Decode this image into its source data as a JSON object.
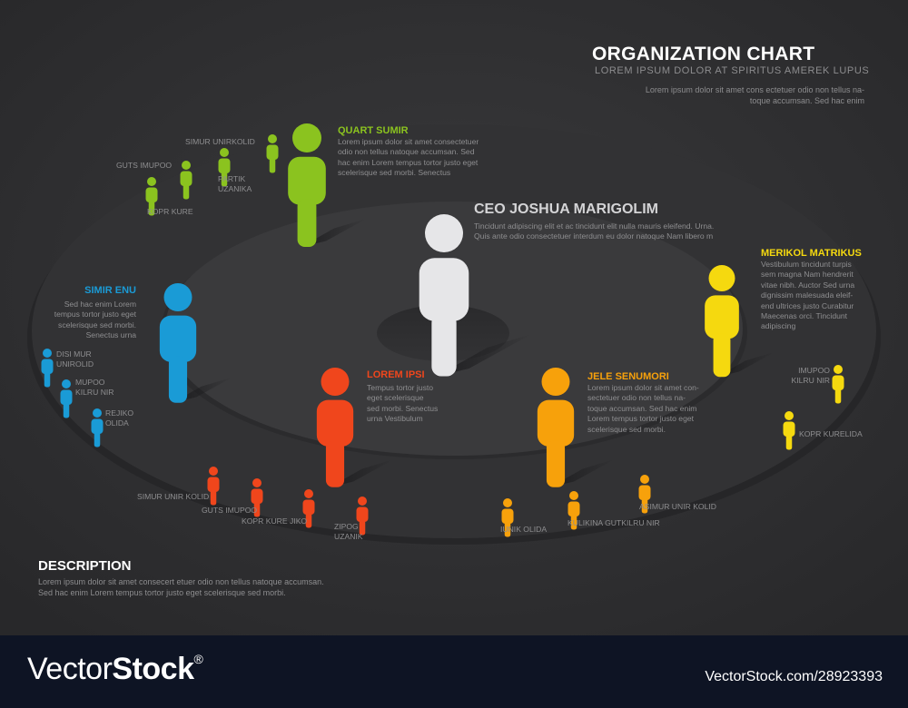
{
  "header": {
    "title": "ORGANIZATION CHART",
    "subtitle": "LOREM IPSUM DOLOR AT SPIRITUS AMEREK LUPUS",
    "intro_lines": [
      "Lorem ipsum dolor sit amet cons ectetuer odio non tellus na-",
      "toque accumsan. Sed hac enim"
    ]
  },
  "colors": {
    "background": "#2f2f31",
    "white": "#e6e6e8",
    "green": "#8bc31f",
    "blue": "#1a9bd6",
    "yellow": "#f5d90f",
    "red": "#f0461c",
    "orange": "#f7a10b",
    "footer": "#0e1424"
  },
  "ceo": {
    "name": "CEO JOSHUA MARIGOLIM",
    "desc_lines": [
      "Tincidunt adipiscing elit et ac tincidunt elit nulla mauris eleifend. Urna.",
      "Quis ante odio consectetuer interdum eu dolor natoque Nam libero m"
    ]
  },
  "managers": [
    {
      "key": "green",
      "name": "QUART SUMIR",
      "desc_lines": [
        "Lorem ipsum dolor sit amet consectetuer",
        "odio non tellus natoque accumsan. Sed",
        "hac enim Lorem tempus tortor justo eget",
        "scelerisque sed morbi. Senectus"
      ]
    },
    {
      "key": "blue",
      "name": "SIMIR ENU",
      "desc_lines": [
        "Sed hac enim Lorem",
        "tempus tortor justo eget",
        "scelerisque sed morbi.",
        "Senectus urna"
      ]
    },
    {
      "key": "yellow",
      "name": "MERIKOL MATRIKUS",
      "desc_lines": [
        "Vestibulum tincidunt turpis",
        "sem magna Nam hendrerit",
        "vitae nibh. Auctor Sed urna",
        "dignissim malesuada eleif-",
        "end ultrices justo Curabitur",
        "Maecenas orci. Tincidunt",
        "adipiscing"
      ]
    },
    {
      "key": "red",
      "name": "LOREM IPSI",
      "desc_lines": [
        "Tempus tortor justo",
        "eget scelerisque",
        "sed morbi. Senectus",
        "urna Vestibulum"
      ]
    },
    {
      "key": "orange",
      "name": "JELE SENUMORI",
      "desc_lines": [
        "Lorem ipsum dolor sit amet con-",
        "sectetuer odio non tellus na-",
        "toque accumsan. Sed hac enim",
        "Lorem tempus tortor justo eget",
        "scelerisque sed morbi."
      ]
    }
  ],
  "staff": {
    "green": [
      [
        "SIMUR UNIRKOLID"
      ],
      [
        "GUTS IMUPOO"
      ],
      [
        "PARTIK",
        "UZANIKA"
      ],
      [
        "KOPR KURE"
      ]
    ],
    "blue": [
      [
        "DISI MUR",
        "UNIROLID"
      ],
      [
        "MUPOO",
        "KILRU NIR"
      ],
      [
        "REJIKO",
        "OLIDA"
      ]
    ],
    "yellow": [
      [
        "IMUPOO",
        "KILRU NIR"
      ],
      [
        "KOPR KURELIDA"
      ]
    ],
    "red": [
      [
        "SIMUR UNIR KOLID"
      ],
      [
        "GUTS IMUPOO"
      ],
      [
        "KOPR KURE JIKO"
      ],
      [
        "ZIPOG",
        "UZANIK"
      ]
    ],
    "orange": [
      [
        "IUNIK OLIDA"
      ],
      [
        "KULIKINA GUTKILRU NIR"
      ],
      [
        "ASIMUR UNIR KOLID"
      ]
    ]
  },
  "description": {
    "title": "DESCRIPTION",
    "lines": [
      "Lorem ipsum dolor sit amet consecert etuer odio non tellus natoque accumsan.",
      "Sed hac enim Lorem tempus tortor justo eget scelerisque sed morbi."
    ]
  },
  "footer": {
    "logo_light": "Vector",
    "logo_bold": "Stock",
    "logo_reg": "®",
    "image_id": "VectorStock.com/28923393"
  }
}
